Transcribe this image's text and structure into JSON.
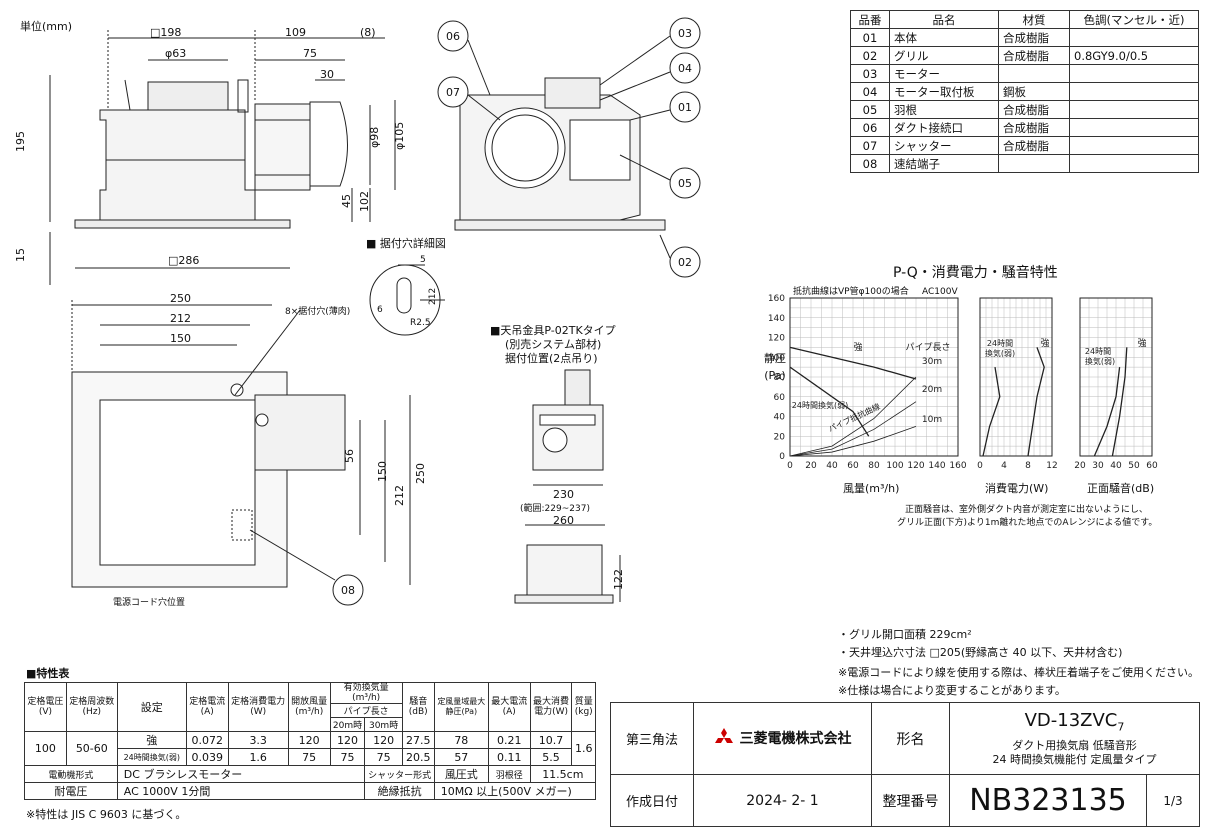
{
  "unit_label": "単位(mm)",
  "callouts": [
    "06",
    "07",
    "03",
    "04",
    "01",
    "05",
    "02",
    "08"
  ],
  "dims_top": {
    "d198": "□198",
    "d63": "φ63",
    "d109": "109",
    "d8": "(8)",
    "d75": "75",
    "d30": "30",
    "d98": "φ98",
    "d105": "φ105",
    "d195": "195",
    "d45": "45",
    "d102": "102",
    "d15": "15",
    "d286": "□286"
  },
  "dims_bottom": {
    "d250": "250",
    "d212": "212",
    "d150": "150",
    "hole_note": "8×据付穴(薄肉)",
    "r56": "56",
    "r150": "150",
    "r212": "212",
    "r250": "250",
    "cord_note": "電源コード穴位置"
  },
  "hole_detail": {
    "title": "■ 据付穴詳細図",
    "d5": "5",
    "d6": "6",
    "r25": "R2.5",
    "d212": "212"
  },
  "hanger": {
    "title": "■天吊金具P-02TKタイプ",
    "sub": "(別売システム部材)",
    "sub2": "据付位置(2点吊り)",
    "d230": "230",
    "range": "(範囲:229~237)",
    "d260": "260",
    "d122": "122"
  },
  "parts_table": {
    "headers": [
      "品番",
      "品名",
      "材質",
      "色調(マンセル・近)"
    ],
    "rows": [
      [
        "01",
        "本体",
        "合成樹脂",
        ""
      ],
      [
        "02",
        "グリル",
        "合成樹脂",
        "0.8GY9.0/0.5"
      ],
      [
        "03",
        "モーター",
        "",
        ""
      ],
      [
        "04",
        "モーター取付板",
        "鋼板",
        ""
      ],
      [
        "05",
        "羽根",
        "合成樹脂",
        ""
      ],
      [
        "06",
        "ダクト接続口",
        "合成樹脂",
        ""
      ],
      [
        "07",
        "シャッター",
        "合成樹脂",
        ""
      ],
      [
        "08",
        "速結端子",
        "",
        ""
      ]
    ]
  },
  "chart_data": [
    {
      "type": "line",
      "title": "P-Q・消費電力・騒音特性",
      "note": "抵抗曲線はVP管φ100の場合",
      "voltage": "AC100V",
      "ylabel": "静圧(Pa)",
      "xlabel": "風量(m³/h)",
      "xlim": [
        0,
        160
      ],
      "ylim": [
        0,
        160
      ],
      "xticks": [
        "0",
        "20",
        "40",
        "60",
        "80",
        "100",
        "120",
        "140",
        "160"
      ],
      "yticks": [
        "0",
        "20",
        "40",
        "60",
        "80",
        "100",
        "120",
        "140",
        "160"
      ],
      "series": [
        {
          "name": "強",
          "x": [
            0,
            80,
            120
          ],
          "y": [
            110,
            90,
            78
          ]
        },
        {
          "name": "24時間換気(弱)",
          "x": [
            0,
            60,
            75
          ],
          "y": [
            90,
            45,
            20
          ]
        }
      ],
      "resistance_curves": [
        {
          "name": "30m",
          "x": [
            0,
            40,
            80,
            120
          ],
          "y": [
            0,
            10,
            38,
            80
          ]
        },
        {
          "name": "20m",
          "x": [
            0,
            40,
            80,
            120
          ],
          "y": [
            0,
            7,
            27,
            55
          ]
        },
        {
          "name": "10m",
          "x": [
            0,
            40,
            80,
            120
          ],
          "y": [
            0,
            4,
            15,
            30
          ]
        }
      ],
      "annotations": [
        "パイプ長さ",
        "30m",
        "20m",
        "10m",
        "パイプ抵抗曲線"
      ]
    },
    {
      "type": "line",
      "xlabel": "消費電力(W)",
      "xlim": [
        0,
        12
      ],
      "xticks": [
        "0",
        "4",
        "8",
        "12"
      ],
      "series": [
        {
          "name": "強",
          "x": [
            9.5,
            10.7,
            9.5,
            8
          ],
          "y": [
            110,
            90,
            60,
            0
          ]
        },
        {
          "name": "24時間換気(弱)",
          "x": [
            2.5,
            3.3,
            1.6,
            0.5
          ],
          "y": [
            90,
            60,
            30,
            0
          ]
        }
      ]
    },
    {
      "type": "line",
      "xlabel": "正面騒音(dB)",
      "xlim": [
        20,
        60
      ],
      "xticks": [
        "20",
        "30",
        "40",
        "50",
        "60"
      ],
      "series": [
        {
          "name": "強",
          "x": [
            46,
            45,
            42,
            38
          ],
          "y": [
            110,
            80,
            40,
            0
          ]
        },
        {
          "name": "24時間換気(弱)",
          "x": [
            42,
            40,
            35,
            28
          ],
          "y": [
            90,
            60,
            30,
            0
          ]
        }
      ]
    }
  ],
  "chart_legend": {
    "strong": "強",
    "weak": "24時間換気(弱)",
    "weak2": "24時間換気(弱)",
    "weak3": "24時間換気(弱)",
    "strong2": "強",
    "strong3": "強"
  },
  "chart_note": [
    "正面騒音は、室外側ダクト内音が測定室に出ないようにし、",
    "グリル正面(下方)より1m離れた地点でのAレンジによる値です。"
  ],
  "notes": [
    "・グリル開口面積 229cm²",
    "・天井埋込穴寸法 □205(野縁高さ 40 以下、天井材含む)",
    "※電源コードにより線を使用する際は、棒状圧着端子をご使用ください。",
    "※仕様は場合により変更することがあります。"
  ],
  "spec": {
    "title": "■特性表",
    "h": {
      "rv": "定格電圧",
      "rv_u": "(V)",
      "rf": "定格周波数",
      "rf_u": "(Hz)",
      "set": "設定",
      "rc": "定格電流",
      "rc_u": "(A)",
      "rp": "定格消費電力",
      "rp_u": "(W)",
      "of": "開放風量",
      "of_u": "(m³/h)",
      "ef": "有効換気量",
      "ef_u": "(m³/h)",
      "pipe": "パイプ長さ",
      "p20": "20m時",
      "p30": "30m時",
      "noise": "騒音",
      "noise_u": "(dB)",
      "sp": "定風量域最大",
      "sp2": "静圧(Pa)",
      "mc": "最大電流",
      "mc_u": "(A)",
      "mp": "最大消費",
      "mp2": "電力(W)",
      "wt": "質量",
      "wt_u": "(kg)"
    },
    "v": "100",
    "hz": "50-60",
    "mass": "1.6",
    "rows": [
      {
        "set": "強",
        "rc": "0.072",
        "rp": "3.3",
        "of": "120",
        "e20": "120",
        "e30": "120",
        "n": "27.5",
        "sp": "78",
        "mc": "0.21",
        "mp": "10.7"
      },
      {
        "set": "24時間換気(弱)",
        "rc": "0.039",
        "rp": "1.6",
        "of": "75",
        "e20": "75",
        "e30": "75",
        "n": "20.5",
        "sp": "57",
        "mc": "0.11",
        "mp": "5.5"
      }
    ],
    "motor_l": "電動機形式",
    "motor_v": "DC ブラシレスモーター",
    "shutter_l": "シャッター形式",
    "shutter_v": "風圧式",
    "blade_l": "羽根径",
    "blade_v": "11.5cm",
    "wv_l": "耐電圧",
    "wv_v": "AC 1000V 1分間",
    "ins_l": "絶縁抵抗",
    "ins_v": "10MΩ 以上(500V メガー)",
    "jis": "※特性は JIS C 9603 に基づく。"
  },
  "title_block": {
    "projection": "第三角法",
    "company": "三菱電機株式会社",
    "form_label": "形名",
    "model": "VD-13ZVC",
    "model_sub": "7",
    "desc1": "ダクト用換気扇 低騒音形",
    "desc2": "24 時間換気機能付 定風量タイプ",
    "date_label": "作成日付",
    "date": "2024- 2- 1",
    "number_label": "整理番号",
    "number": "NB323135",
    "page": "1/3"
  }
}
